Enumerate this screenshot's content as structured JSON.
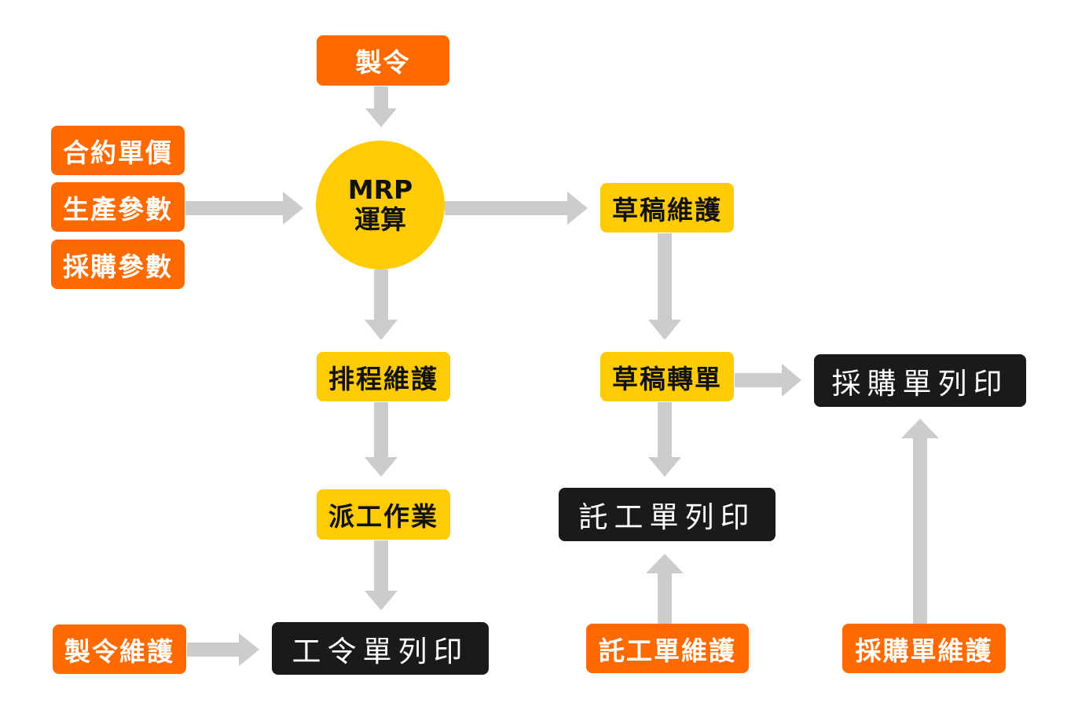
{
  "colors": {
    "input_box": "#ff6a00",
    "process_box": "#ffcb05",
    "output_box": "#1a1a1a",
    "arrow": "#cccccc"
  },
  "nodes": {
    "work_order": "製令",
    "contract_price": "合約單價",
    "production_params": "生產參數",
    "purchase_params": "採購參數",
    "mrp_line1": "MRP",
    "mrp_line2": "運算",
    "draft_maintenance": "草稿維護",
    "schedule_maintenance": "排程維護",
    "draft_conversion": "草稿轉單",
    "purchase_order_print": "採購單列印",
    "dispatch_work": "派工作業",
    "outsource_order_print": "託工單列印",
    "work_order_maintenance": "製令維護",
    "job_order_print": "工令單列印",
    "outsource_order_maintenance": "託工單維護",
    "purchase_order_maintenance": "採購單維護"
  }
}
